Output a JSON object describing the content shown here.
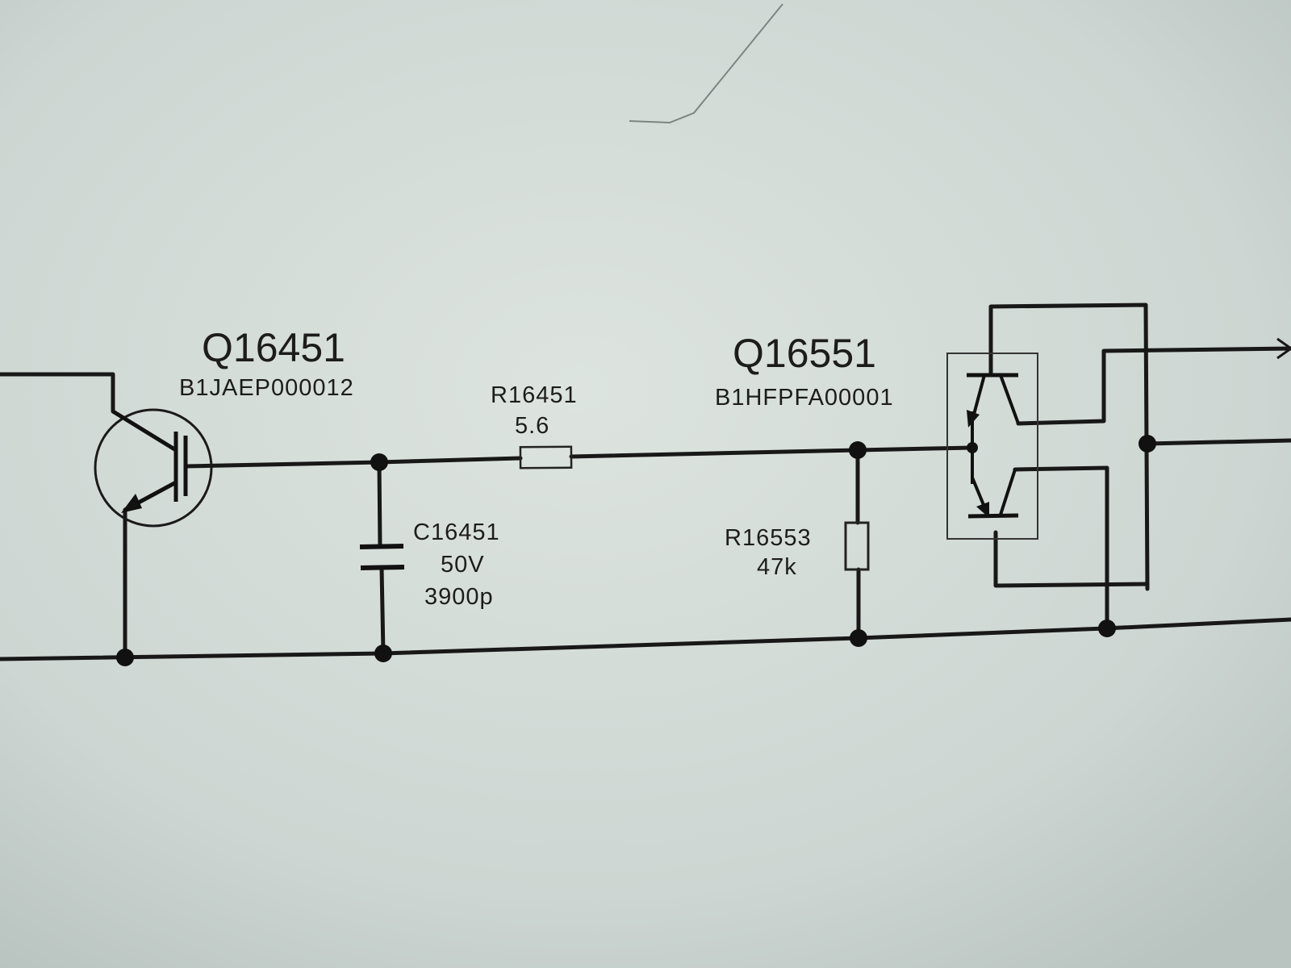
{
  "components": {
    "q16451": {
      "ref": "Q16451",
      "part": "B1JAEP000012"
    },
    "r16451": {
      "ref": "R16451",
      "value": "5.6"
    },
    "c16451": {
      "ref": "C16451",
      "voltage": "50V",
      "value": "3900p"
    },
    "q16551": {
      "ref": "Q16551",
      "part": "B1HFPFA00001"
    },
    "r16553": {
      "ref": "R16553",
      "value": "47k"
    }
  },
  "colors": {
    "background": "#cfd8d4",
    "ink": "#181818"
  }
}
